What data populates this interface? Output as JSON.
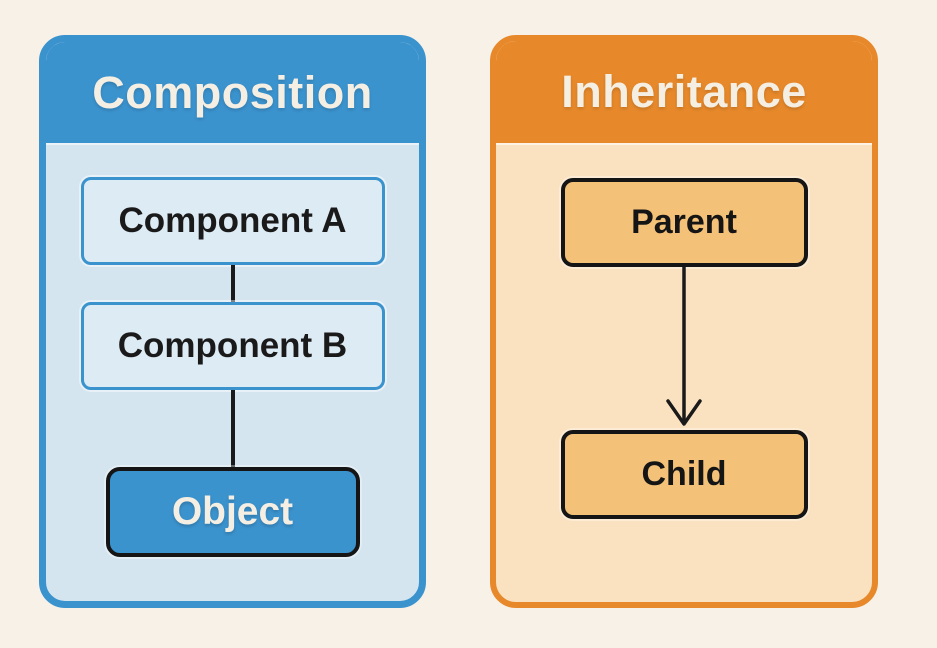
{
  "diagram": {
    "background_color": "#F7F1E8",
    "left_panel": {
      "title": "Composition",
      "accent_color": "#3B93CE",
      "body_color": "#D4E5F0",
      "node_fill_color": "#DDEBF5",
      "nodes": [
        {
          "label": "Component A"
        },
        {
          "label": "Component B"
        },
        {
          "label": "Object"
        }
      ],
      "connectors": [
        {
          "from": "Component A",
          "to": "Component B",
          "style": "plain-line"
        },
        {
          "from": "Component B",
          "to": "Object",
          "style": "plain-line"
        }
      ]
    },
    "right_panel": {
      "title": "Inheritance",
      "accent_color": "#E7892B",
      "body_color": "#FAE2C0",
      "node_fill_color": "#F4C178",
      "nodes": [
        {
          "label": "Parent"
        },
        {
          "label": "Child"
        }
      ],
      "connectors": [
        {
          "from": "Parent",
          "to": "Child",
          "style": "arrow-down"
        }
      ]
    },
    "line_color": "#1A1A1A",
    "title_text_color": "#F5EFE3"
  }
}
